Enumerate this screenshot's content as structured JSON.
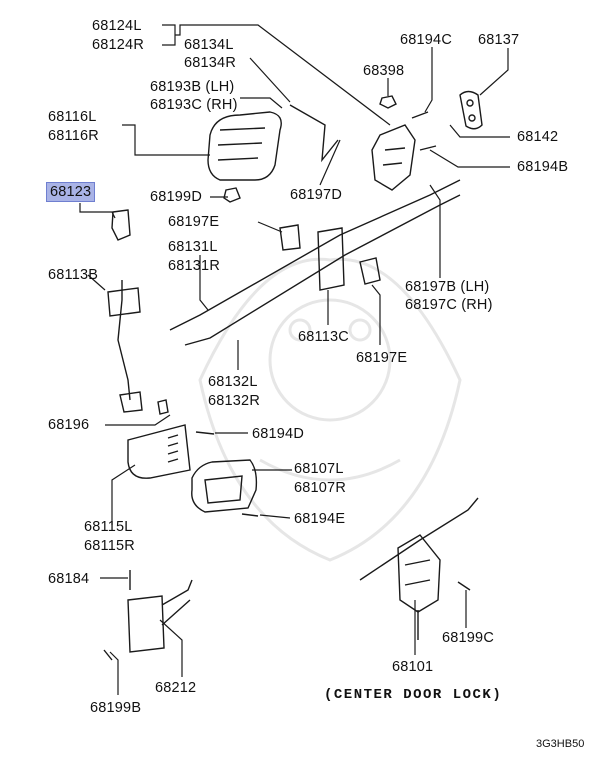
{
  "colors": {
    "line": "#1a1a1a",
    "highlight": "#a9b3e6",
    "watermark": "#e6e6e6"
  },
  "labels": {
    "l68124": "68124L",
    "r68124": "68124R",
    "l68134": "68134L",
    "r68134": "68134R",
    "p68194c": "68194C",
    "p68137": "68137",
    "p68398": "68398",
    "l68193": "68193B (LH)",
    "r68193": "68193C (RH)",
    "l68116": "68116L",
    "r68116": "68116R",
    "p68142": "68142",
    "p68194b": "68194B",
    "p68123": "68123",
    "p68199d": "68199D",
    "p68197d": "68197D",
    "p68197e_top": "68197E",
    "l68131": "68131L",
    "r68131": "68131R",
    "p68113b": "68113B",
    "l68197b": "68197B (LH)",
    "r68197c": "68197C (RH)",
    "p68113c": "68113C",
    "p68197e_low": "68197E",
    "l68132": "68132L",
    "r68132": "68132R",
    "p68196": "68196",
    "p68194d": "68194D",
    "l68107": "68107L",
    "r68107": "68107R",
    "p68194e": "68194E",
    "l68115": "68115L",
    "r68115": "68115R",
    "p68184": "68184",
    "p68199c": "68199C",
    "p68101": "68101",
    "p68212": "68212",
    "p68199b": "68199B"
  },
  "caption": "(CENTER DOOR LOCK)",
  "diagram_code": "3G3HB50"
}
